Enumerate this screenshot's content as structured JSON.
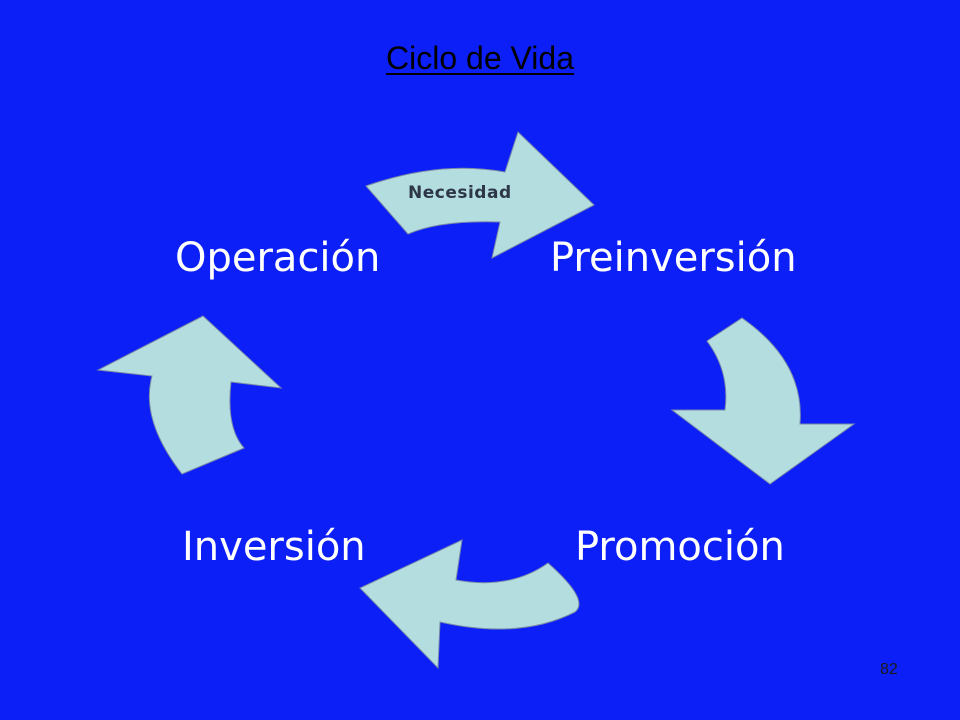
{
  "slide": {
    "title": "Ciclo de Vida",
    "page_number": "82",
    "background_color": "#0c1ff6",
    "arrow_color": "#b4dde0"
  },
  "cycle": {
    "stages": [
      {
        "label": "Preinversión"
      },
      {
        "label": "Promoción"
      },
      {
        "label": "Inversión"
      },
      {
        "label": "Operación"
      }
    ],
    "arrow_label": "Necesidad"
  }
}
